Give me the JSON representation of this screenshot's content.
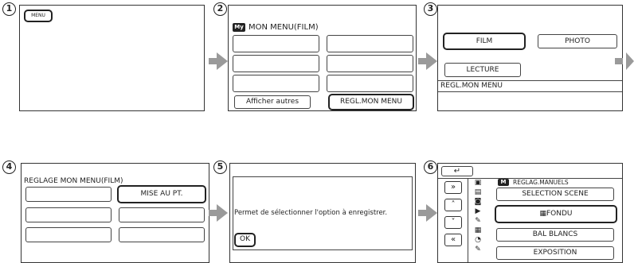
{
  "steps": [
    "1",
    "2",
    "3",
    "4",
    "5",
    "6"
  ],
  "s1": {
    "menu_label": "MENU"
  },
  "s2": {
    "badge": "My",
    "title": "MON MENU(FILM)",
    "left_btn": "Afficher autres",
    "right_btn": "REGL.MON MENU"
  },
  "s3": {
    "film": "FILM",
    "photo": "PHOTO",
    "lecture": "LECTURE",
    "footer": "REGL.MON MENU"
  },
  "s4": {
    "title": "REGLAGE MON MENU(FILM)",
    "mise": "MISE AU PT."
  },
  "s5": {
    "message": "Permet de sélectionner l'option à enregistrer.",
    "ok": "OK"
  },
  "s6": {
    "back": "↵",
    "nav": [
      "»",
      "˄",
      "˅",
      "«"
    ],
    "badge": "M",
    "category": "REGLAG.MANUELS",
    "items": [
      "SELECTION SCENE",
      "FONDU",
      "BAL BLANCS",
      "EXPOSITION"
    ]
  }
}
